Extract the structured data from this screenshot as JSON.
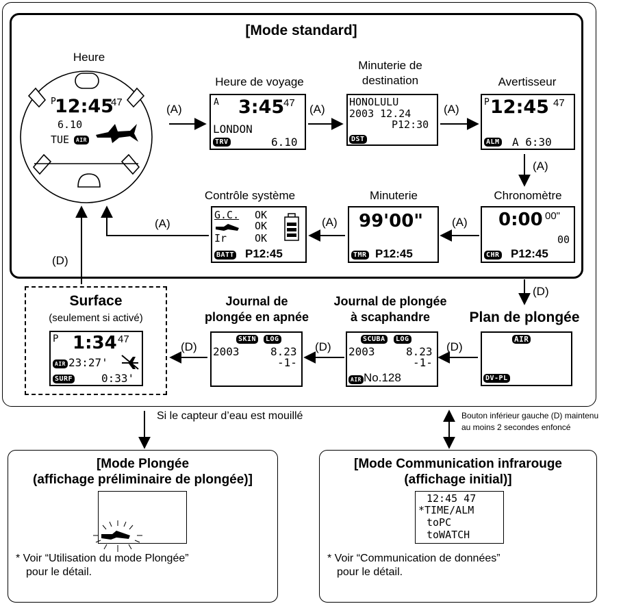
{
  "standard_mode": {
    "title": "[Mode standard]",
    "heure": {
      "label": "Heure",
      "pm": "P",
      "time": "12:45",
      "sec": "47",
      "date": "6.10",
      "day": "TUE",
      "badge": "AIR"
    },
    "heure_voyage": {
      "label": "Heure de voyage",
      "am": "A",
      "time": "3:45",
      "sec": "47",
      "city": "LONDON",
      "badge": "TRV",
      "date": "6.10"
    },
    "minuterie_destination": {
      "label_line1": "Minuterie de",
      "label_line2": "destination",
      "city": "HONOLULU",
      "date": "2003 12.24",
      "time": "P12:30",
      "badge": "DST"
    },
    "avertisseur": {
      "label": "Avertisseur",
      "pm": "P",
      "time": "12:45",
      "sec": "47",
      "badge": "ALM",
      "alarm": "A 6:30"
    },
    "chronometre": {
      "label": "Chronomètre",
      "time": "0:00",
      "hundredths": "00\"",
      "laps": "00",
      "badge": "CHR",
      "clock": "P12:45"
    },
    "minuterie": {
      "label": "Minuterie",
      "time": "99'00\"",
      "badge": "TMR",
      "clock": "P12:45"
    },
    "controle_systeme": {
      "label": "Contrôle système",
      "row1_name": "G.C.",
      "row1_status": "OK",
      "row2_status": "OK",
      "row3_name": "Ir",
      "row3_status": "OK",
      "badge": "BATT",
      "clock": "P12:45"
    }
  },
  "arrows": {
    "a": "(A)",
    "d": "(D)"
  },
  "surface": {
    "title": "Surface",
    "subtitle": "(seulement si activé)",
    "pm": "P",
    "time": "1:34",
    "sec": "47",
    "badge_air": "AIR",
    "elapsed": "23:27'",
    "badge": "SURF",
    "interval": "0:33'"
  },
  "journal_apnee": {
    "label_line1": "Journal de",
    "label_line2": "plongée en apnée",
    "badge1": "SKIN",
    "badge2": "LOG",
    "year": "2003",
    "date": "8.23",
    "index": "-1-"
  },
  "journal_scaphandre": {
    "label_line1": "Journal de plongée",
    "label_line2": "à scaphandre",
    "badge1": "SCUBA",
    "badge2": "LOG",
    "year": "2003",
    "date": "8.23",
    "index": "-1-",
    "badge_air": "AIR",
    "number": "No.128"
  },
  "plan_plongee": {
    "label": "Plan de plongée",
    "badge_air": "AIR",
    "badge": "DV-PL"
  },
  "transitions": {
    "wet_sensor": "Si le capteur d’eau est mouillé",
    "hold_line1": "Bouton inférieur gauche (D) maintenu",
    "hold_line2": "au moins 2 secondes enfoncé"
  },
  "dive_mode": {
    "title_line1": "[Mode Plongée",
    "title_line2": "(affichage préliminaire de plongée)]",
    "note_line1": "* Voir “Utilisation du mode Plongée”",
    "note_line2": "pour le détail."
  },
  "ir_mode": {
    "title_line1": "[Mode Communication infrarouge",
    "title_line2": "(affichage initial)]",
    "lcd_line1": "12:45 47",
    "lcd_line2": "*TIME/ALM",
    "lcd_line3": "toPC",
    "lcd_line4": "toWATCH",
    "note_line1": "* Voir “Communication de données”",
    "note_line2": "pour le détail."
  }
}
